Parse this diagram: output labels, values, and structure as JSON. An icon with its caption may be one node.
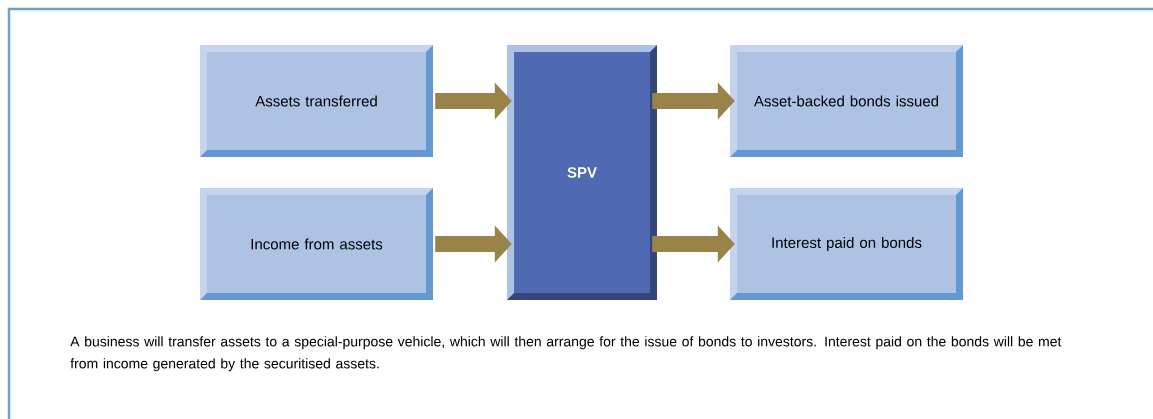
{
  "diagram": {
    "caption": "A business will transfer assets to a special-purpose vehicle, which will then arrange for the issue of bonds to investors. Interest paid on the bonds will be met from income generated by the securitised assets.",
    "nodes": [
      {
        "text": [
          "Assets transferred"
        ]
      },
      {
        "text": [
          "Income from assets"
        ]
      },
      {
        "text": [
          "SPV"
        ]
      },
      {
        "text": [
          "Asset-backed bonds issued"
        ]
      },
      {
        "text": [
          "Interest paid on bonds"
        ]
      }
    ],
    "edges": [
      {
        "from": 0,
        "to": 2,
        "arrow": "to"
      },
      {
        "from": 1,
        "to": 2,
        "arrow": "to"
      },
      {
        "from": 2,
        "to": 3,
        "arrow": "to"
      },
      {
        "from": 2,
        "to": 4,
        "arrow": "to"
      }
    ]
  }
}
